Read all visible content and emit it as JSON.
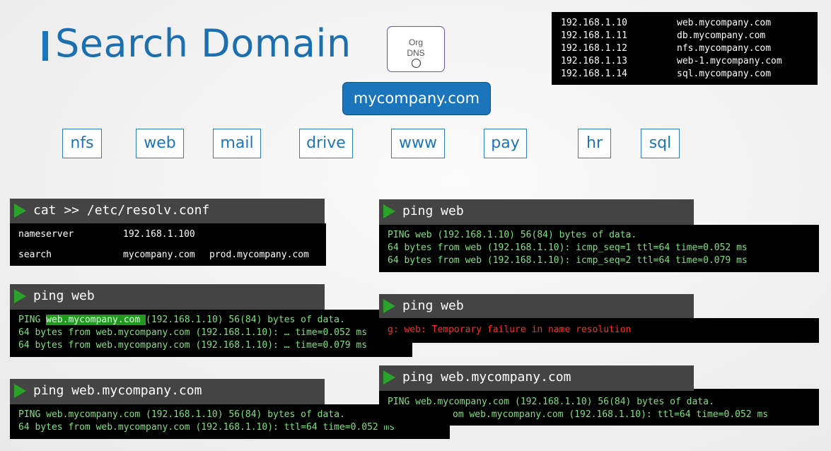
{
  "title": "Search Domain",
  "org_dns": {
    "line1": "Org",
    "line2": "DNS"
  },
  "hosts_table": [
    {
      "ip": "192.168.1.10",
      "name": "web.mycompany.com"
    },
    {
      "ip": "192.168.1.11",
      "name": "db.mycompany.com"
    },
    {
      "ip": "192.168.1.12",
      "name": "nfs.mycompany.com"
    },
    {
      "ip": "192.168.1.13",
      "name": "web-1.mycompany.com"
    },
    {
      "ip": "192.168.1.14",
      "name": "sql.mycompany.com"
    }
  ],
  "domain": "mycompany.com",
  "subdomains": [
    "nfs",
    "web",
    "mail",
    "drive",
    "www",
    "pay",
    "hr",
    "sql"
  ],
  "resolv": {
    "command": "cat >> /etc/resolv.conf",
    "nameserver_key": "nameserver",
    "nameserver_value": "192.168.1.100",
    "search_key": "search",
    "search_value1": "mycompany.com",
    "search_value2": "prod.mycompany.com"
  },
  "ping_left_1": {
    "command": "ping web",
    "l1_pre": "PING ",
    "l1_hl": "web.mycompany.com ",
    "l1_post": "(192.168.1.10) 56(84) bytes of data.",
    "l2": "64 bytes from web.mycompany.com (192.168.1.10): … time=0.052 ms",
    "l3": "64 bytes from web.mycompany.com (192.168.1.10): … time=0.079 ms"
  },
  "ping_left_2": {
    "command": "ping web.mycompany.com",
    "l1": "PING web.mycompany.com (192.168.1.10) 56(84) bytes of data.",
    "l2": "64 bytes from web.mycompany.com (192.168.1.10): ttl=64 time=0.052 ms"
  },
  "ping_right_1": {
    "command": "ping web",
    "l1": "PING web (192.168.1.10) 56(84) bytes of data.",
    "l2": "64 bytes from web (192.168.1.10): icmp_seq=1 ttl=64 time=0.052 ms",
    "l3": "64 bytes from web (192.168.1.10): icmp_seq=2 ttl=64 time=0.079 ms"
  },
  "ping_right_2": {
    "command": "ping web",
    "error": "g: web: Temporary failure in name resolution"
  },
  "ping_right_3": {
    "command": "ping web.mycompany.com",
    "l1": "PING web.mycompany.com (192.168.1.10) 56(84) bytes of data.",
    "l2": "om web.mycompany.com (192.168.1.10): ttl=64 time=0.052 ms"
  }
}
